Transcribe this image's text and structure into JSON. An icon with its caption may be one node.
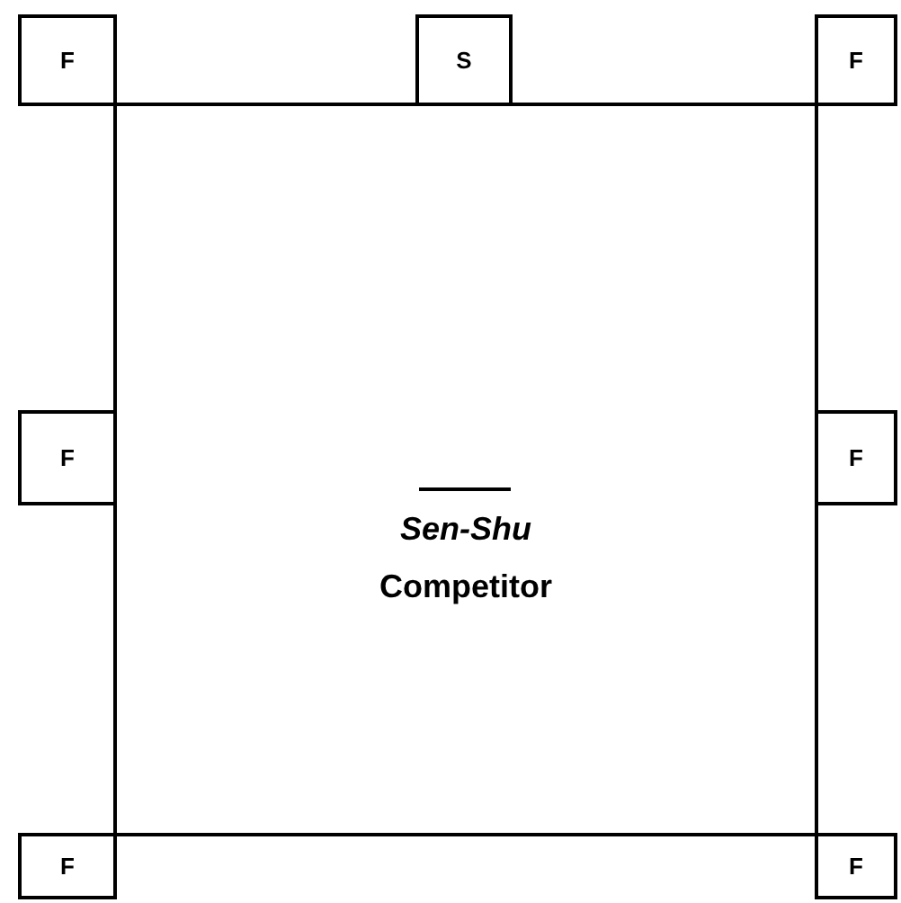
{
  "diagram": {
    "nodes": [
      {
        "text": [
          "F"
        ]
      },
      {
        "text": [
          "S"
        ]
      },
      {
        "text": [
          "F"
        ]
      },
      {
        "text": [
          "F"
        ]
      },
      {
        "text": [
          "F"
        ]
      },
      {
        "text": [
          "Sen-Shu",
          "Competitor"
        ]
      },
      {
        "text": [
          "F"
        ]
      },
      {
        "text": [
          "F"
        ]
      }
    ]
  }
}
